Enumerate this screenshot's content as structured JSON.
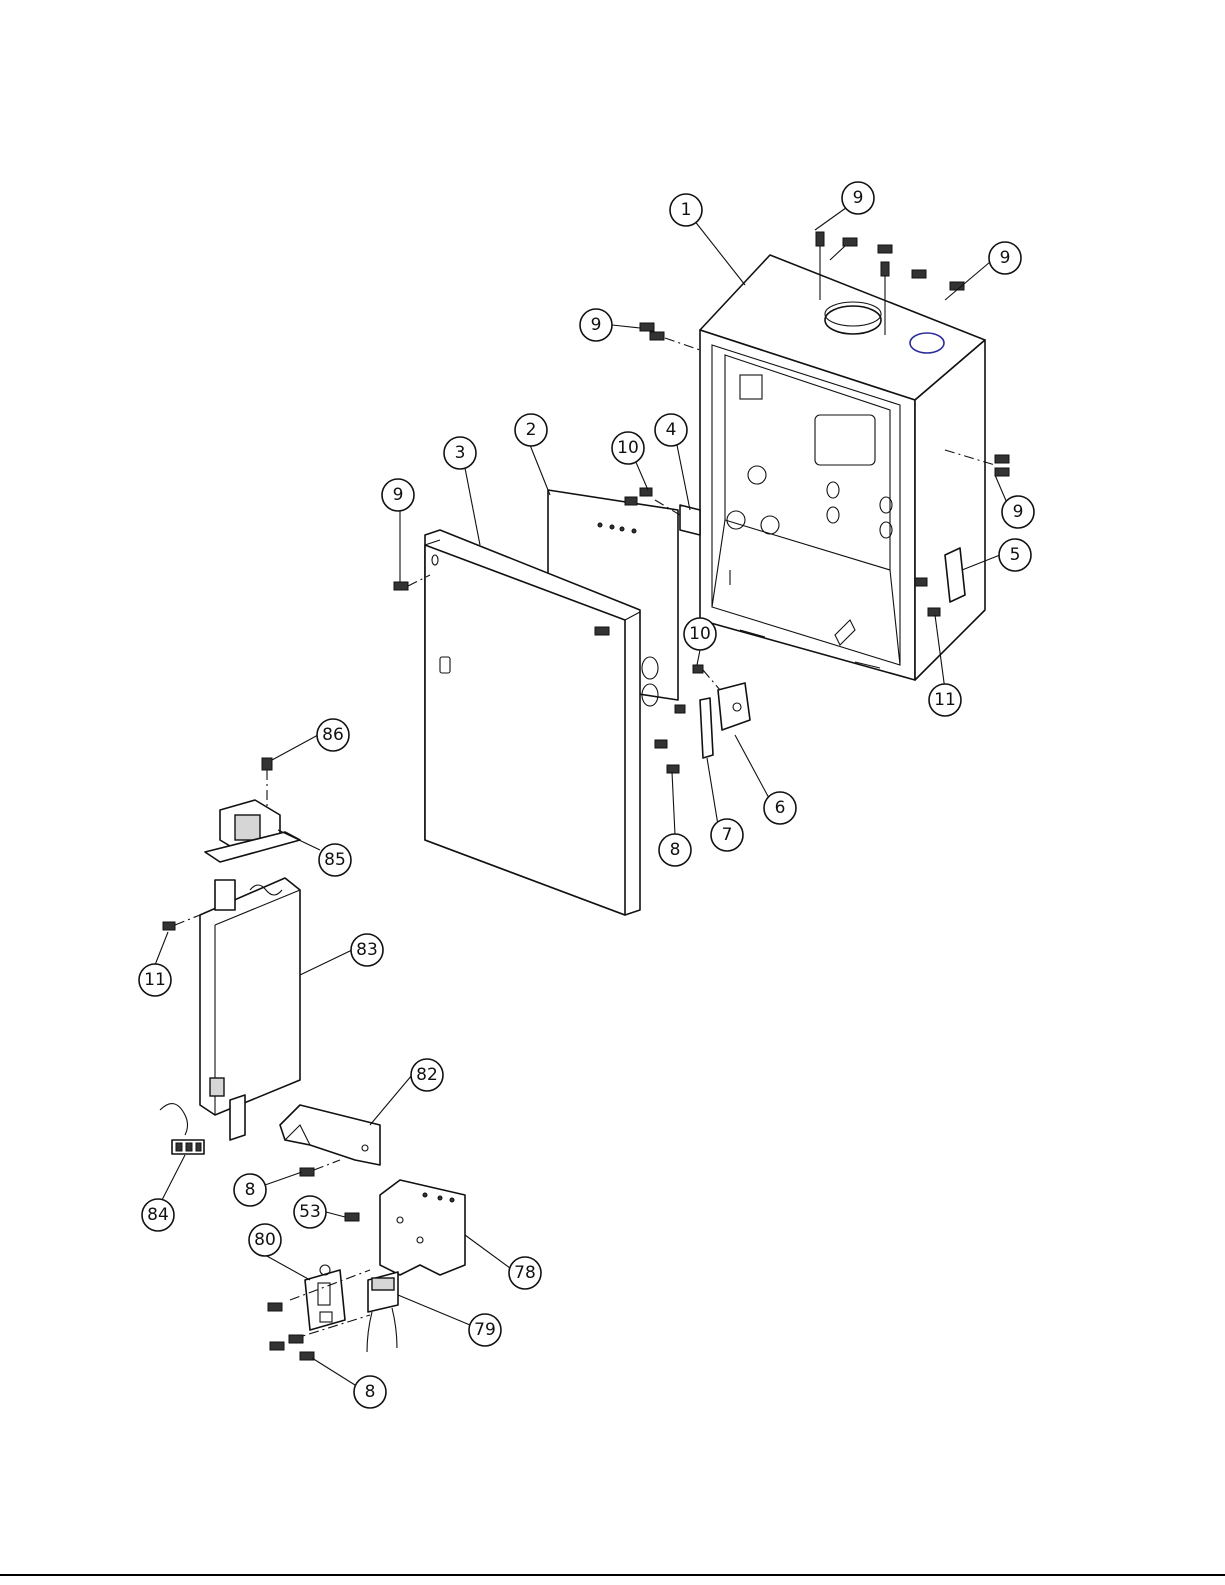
{
  "diagram": {
    "callouts": [
      {
        "id": "c1",
        "label": "1"
      },
      {
        "id": "c9a",
        "label": "9"
      },
      {
        "id": "c9b",
        "label": "9"
      },
      {
        "id": "c9c",
        "label": "9"
      },
      {
        "id": "c9d",
        "label": "9"
      },
      {
        "id": "c9e",
        "label": "9"
      },
      {
        "id": "c2",
        "label": "2"
      },
      {
        "id": "c3",
        "label": "3"
      },
      {
        "id": "c4",
        "label": "4"
      },
      {
        "id": "c10a",
        "label": "10"
      },
      {
        "id": "c10b",
        "label": "10"
      },
      {
        "id": "c5",
        "label": "5"
      },
      {
        "id": "c11a",
        "label": "11"
      },
      {
        "id": "c6",
        "label": "6"
      },
      {
        "id": "c7",
        "label": "7"
      },
      {
        "id": "c8a",
        "label": "8"
      },
      {
        "id": "c86",
        "label": "86"
      },
      {
        "id": "c85",
        "label": "85"
      },
      {
        "id": "c83",
        "label": "83"
      },
      {
        "id": "c11b",
        "label": "11"
      },
      {
        "id": "c82",
        "label": "82"
      },
      {
        "id": "c8b",
        "label": "8"
      },
      {
        "id": "c84",
        "label": "84"
      },
      {
        "id": "c53",
        "label": "53"
      },
      {
        "id": "c78",
        "label": "78"
      },
      {
        "id": "c80",
        "label": "80"
      },
      {
        "id": "c79",
        "label": "79"
      },
      {
        "id": "c8c",
        "label": "8"
      }
    ]
  }
}
